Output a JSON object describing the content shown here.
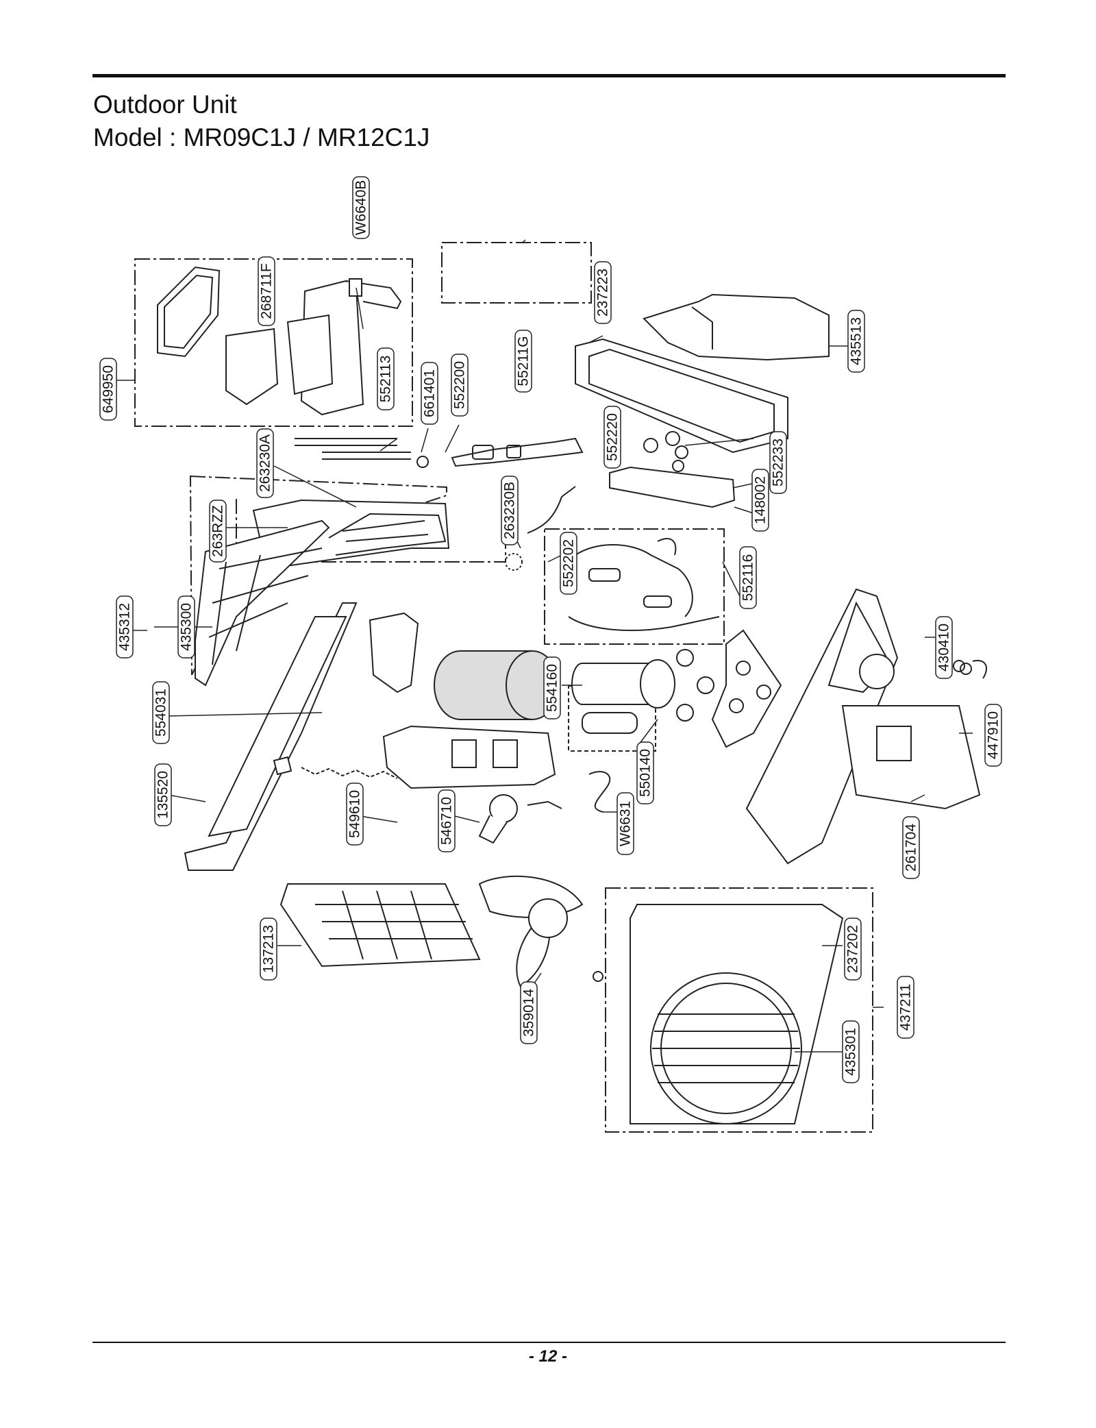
{
  "header": {
    "title_line1": "Outdoor Unit",
    "title_line2": "Model : MR09C1J / MR12C1J"
  },
  "parts": [
    "W6640B",
    "268711F",
    "649950",
    "552113",
    "263230A",
    "661401",
    "552200",
    "55211G",
    "237223",
    "435513",
    "552220",
    "552233",
    "148002",
    "263RZZ",
    "263230B",
    "552202",
    "552116",
    "435312",
    "435300",
    "554031",
    "554160",
    "430410",
    "447910",
    "135520",
    "550140",
    "549610",
    "546710",
    "W6631",
    "261704",
    "137213",
    "237202",
    "437211",
    "359014",
    "435301"
  ],
  "footer": {
    "page_number": "- 12 -"
  }
}
